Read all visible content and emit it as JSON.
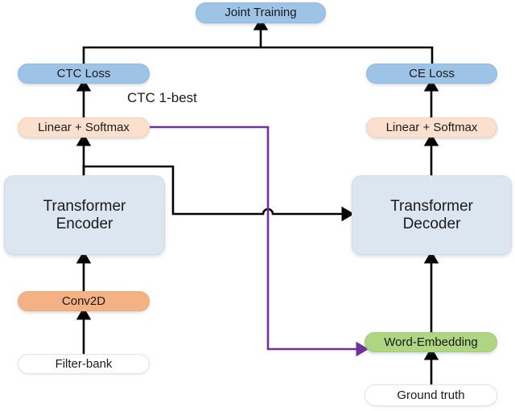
{
  "diagram": {
    "title": "Joint CTC-Attention Transformer ASR architecture",
    "colors": {
      "loss_node": "#9dc3e6",
      "linear_softmax_node": "#fbe0cd",
      "conv_node": "#f4b183",
      "embedding_node": "#aed581",
      "transformer_block": "#dce6f1",
      "input_node": "#ffffff",
      "black_edge": "#000000",
      "purple_edge": "#7030a0"
    },
    "nodes": {
      "joint_training": {
        "label": "Joint Training",
        "shape": "pill",
        "color": "#9dc3e6"
      },
      "ctc_loss": {
        "label": "CTC Loss",
        "shape": "pill",
        "color": "#9dc3e6"
      },
      "ce_loss": {
        "label": "CE Loss",
        "shape": "pill",
        "color": "#9dc3e6"
      },
      "linear_softmax_left": {
        "label": "Linear + Softmax",
        "shape": "pill",
        "color": "#fbe0cd"
      },
      "linear_softmax_right": {
        "label": "Linear + Softmax",
        "shape": "pill",
        "color": "#fbe0cd"
      },
      "transformer_encoder": {
        "label": "Transformer\nEncoder",
        "line1": "Transformer",
        "line2": "Encoder",
        "shape": "rounded-rect",
        "color": "#dce6f1"
      },
      "transformer_decoder": {
        "label": "Transformer\nDecoder",
        "line1": "Transformer",
        "line2": "Decoder",
        "shape": "rounded-rect",
        "color": "#dce6f1"
      },
      "conv2d": {
        "label": "Conv2D",
        "shape": "pill",
        "color": "#f4b183"
      },
      "filter_bank": {
        "label": "Filter-bank",
        "shape": "pill",
        "color": "#ffffff"
      },
      "word_embedding": {
        "label": "Word-Embedding",
        "shape": "pill",
        "color": "#aed581"
      },
      "ground_truth": {
        "label": "Ground truth",
        "shape": "pill",
        "color": "#ffffff"
      }
    },
    "edge_labels": {
      "ctc_one_best": "CTC 1-best"
    },
    "edges": [
      {
        "from": "filter_bank",
        "to": "conv2d",
        "style": "black-arrow"
      },
      {
        "from": "conv2d",
        "to": "transformer_encoder",
        "style": "black-arrow"
      },
      {
        "from": "transformer_encoder",
        "to": "linear_softmax_left",
        "style": "black-arrow"
      },
      {
        "from": "linear_softmax_left",
        "to": "ctc_loss",
        "style": "black-arrow"
      },
      {
        "from": "transformer_encoder",
        "to": "transformer_decoder",
        "style": "black-arrow-orthogonal-with-hop"
      },
      {
        "from": "ground_truth",
        "to": "word_embedding",
        "style": "black-arrow"
      },
      {
        "from": "word_embedding",
        "to": "transformer_decoder",
        "style": "black-arrow"
      },
      {
        "from": "transformer_decoder",
        "to": "linear_softmax_right",
        "style": "black-arrow"
      },
      {
        "from": "linear_softmax_right",
        "to": "ce_loss",
        "style": "black-arrow"
      },
      {
        "from": "ctc_loss",
        "to": "joint_training",
        "style": "black-bus"
      },
      {
        "from": "ce_loss",
        "to": "joint_training",
        "style": "black-bus"
      },
      {
        "from": "linear_softmax_left",
        "to": "word_embedding",
        "style": "purple-arrow-orthogonal",
        "label": "CTC 1-best"
      }
    ]
  }
}
